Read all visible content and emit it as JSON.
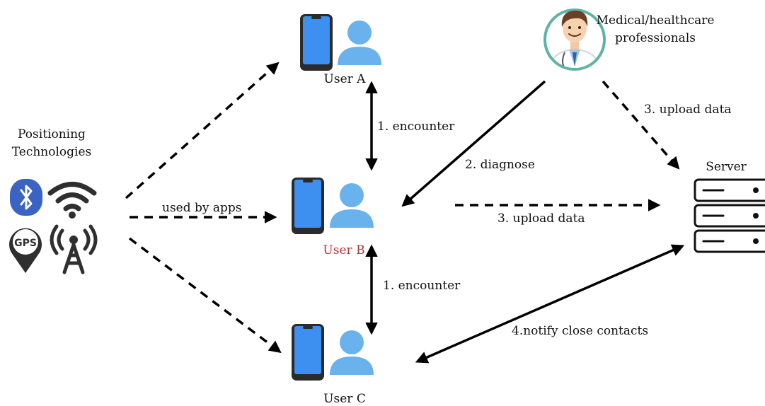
{
  "positioning": {
    "title_line1": "Positioning",
    "title_line2": "Technologies",
    "gps_text": "GPS"
  },
  "users": {
    "a": {
      "label": "User A"
    },
    "b": {
      "label": "User B",
      "label_color": "#c0303b"
    },
    "c": {
      "label": "User C"
    }
  },
  "professional": {
    "line1": "Medical/healthcare",
    "line2": "professionals"
  },
  "server": {
    "label": "Server"
  },
  "edges": {
    "used_by_apps": "used by apps",
    "encounter_ab": "1. encounter",
    "encounter_bc": "1. encounter",
    "diagnose": "2. diagnose",
    "upload_b": "3. upload data",
    "upload_med": "3. upload data",
    "notify": "4.notify close contacts"
  },
  "colors": {
    "phone_body": "#3d8ff0",
    "phone_frame": "#2b2b2b",
    "person": "#6ab2ee",
    "bluetooth": "#3a63c4",
    "server_stroke": "#111111",
    "avatar_ring": "#5fb3a6",
    "coat": "#ffffff",
    "hair": "#6a3f26"
  }
}
